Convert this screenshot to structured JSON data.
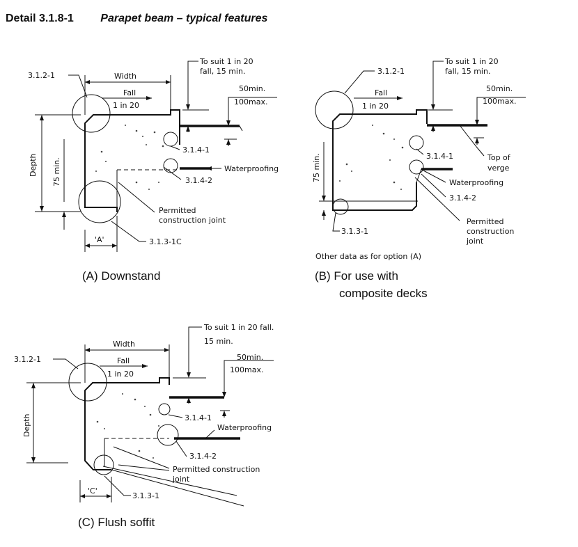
{
  "header": {
    "detail_number": "Detail 3.1.8-1",
    "title": "Parapet beam – typical features"
  },
  "labels": {
    "ref_3_1_2_1": "3.1.2-1",
    "ref_3_1_4_1": "3.1.4-1",
    "ref_3_1_4_2": "3.1.4-2",
    "ref_3_1_3_1c": "3.1.3-1C",
    "ref_3_1_3_1": "3.1.3-1",
    "width": "Width",
    "fall": "Fall",
    "fall_ratio": "1  in  20",
    "to_suit_line1": "To  suit  1  in  20",
    "to_suit_line2": "fall,  15  min.",
    "to_suit_c_line1": "To  suit  1  in  20  fall.",
    "to_suit_c_line2": "15  min.",
    "fifty_min": "50min.",
    "hundred_max": "100max.",
    "depth": "Depth",
    "seventy_five_min": "75  min.",
    "waterproofing": "Waterproofing",
    "permitted_line1": "Permitted",
    "construction_joint": "construction  joint",
    "permitted_construction": "Permitted  construction",
    "joint": "joint",
    "construction": "construction",
    "top_of": "Top  of",
    "verge": "verge",
    "dim_a": "'A'",
    "dim_c": "'C'",
    "other_data": "Other  data  as  for  option  (A)"
  },
  "captions": {
    "a": "(A)  Downstand",
    "b_line1": "(B)  For use with",
    "b_line2": "composite decks",
    "c": "(C)  Flush soffit"
  }
}
